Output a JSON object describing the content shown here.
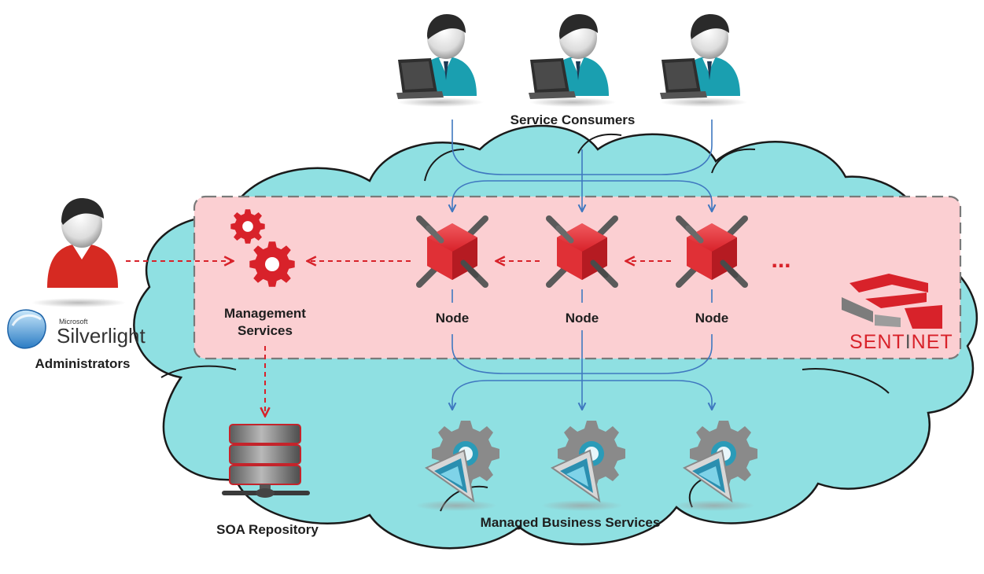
{
  "labels": {
    "service_consumers": "Service Consumers",
    "management_services_line1": "Management",
    "management_services_line2": "Services",
    "node": "Node",
    "ellipsis": "...",
    "administrators": "Administrators",
    "soa_repository": "SOA Repository",
    "managed_business_services": "Managed Business Services"
  },
  "brand": {
    "sentinet_part1": "SENT",
    "sentinet_part2": "I",
    "sentinet_part3": "NET",
    "microsoft": "Microsoft",
    "silverlight": "Silverlight"
  },
  "colors": {
    "cloud": "#8fe0e2",
    "cloud_stroke": "#1a1a1a",
    "sentinet_zone": "#fbcfd2",
    "zone_border": "#7a7a7a",
    "red": "#d8222a",
    "flow_arrow": "#3f78c0",
    "dashed_arrow": "#d8222a",
    "consumer_suit": "#1a9fb0",
    "admin_shirt": "#d62a22"
  },
  "icons": {
    "consumers": [
      "user-laptop-icon",
      "user-laptop-icon",
      "user-laptop-icon"
    ],
    "administrator": "administrator-icon",
    "management": "gears-icon",
    "node": "hexagon-node-icon",
    "repository": "database-server-icon",
    "business_service": "service-gear-icon",
    "silverlight": "silverlight-logo",
    "sentinet": "sentinet-logo"
  }
}
